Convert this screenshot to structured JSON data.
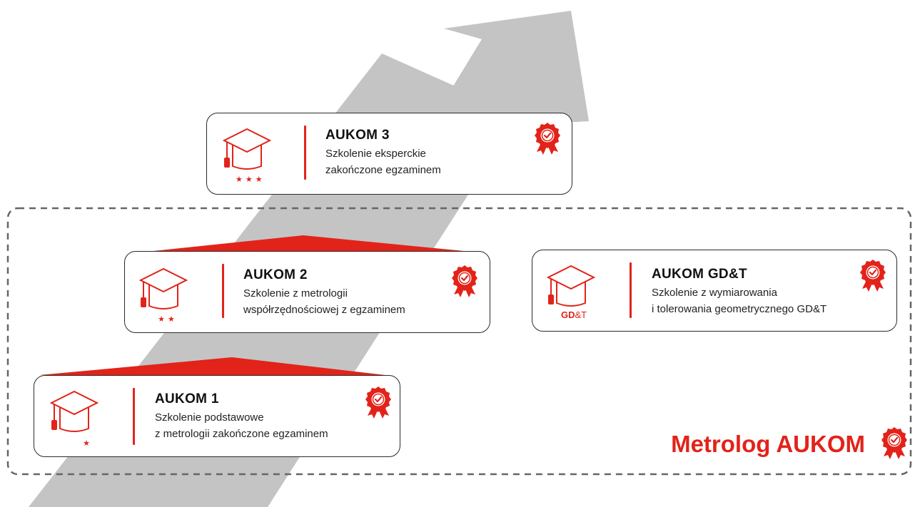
{
  "colors": {
    "accent": "#e2231a",
    "arrow": "#c4c4c4",
    "border": "#2a2a2a",
    "dash": "#666666"
  },
  "cards": {
    "aukom3": {
      "title": "AUKOM 3",
      "line1": "Szkolenie eksperckie",
      "line2": "zakończone egzaminem",
      "stars": "★★★",
      "icon": "graduation-cap-icon",
      "badge": "certificate-badge-icon"
    },
    "aukom2": {
      "title": "AUKOM 2",
      "line1": "Szkolenie z metrologii",
      "line2": "współrzędnościowej z egzaminem",
      "stars": "★★",
      "icon": "graduation-cap-icon",
      "badge": "certificate-badge-icon"
    },
    "aukom1": {
      "title": "AUKOM 1",
      "line1": "Szkolenie podstawowe",
      "line2": "z metrologii zakończone egzaminem",
      "stars": "★",
      "icon": "graduation-cap-icon",
      "badge": "certificate-badge-icon"
    },
    "gdt": {
      "title": "AUKOM GD&T",
      "line1": "Szkolenie z wymiarowania",
      "line2": "i tolerowania geometrycznego GD&T",
      "cap_label_a": "GD",
      "cap_label_b": "&T",
      "icon": "graduation-cap-icon",
      "badge": "certificate-badge-icon"
    }
  },
  "brand": {
    "label": "Metrolog AUKOM",
    "icon": "certificate-badge-icon"
  }
}
